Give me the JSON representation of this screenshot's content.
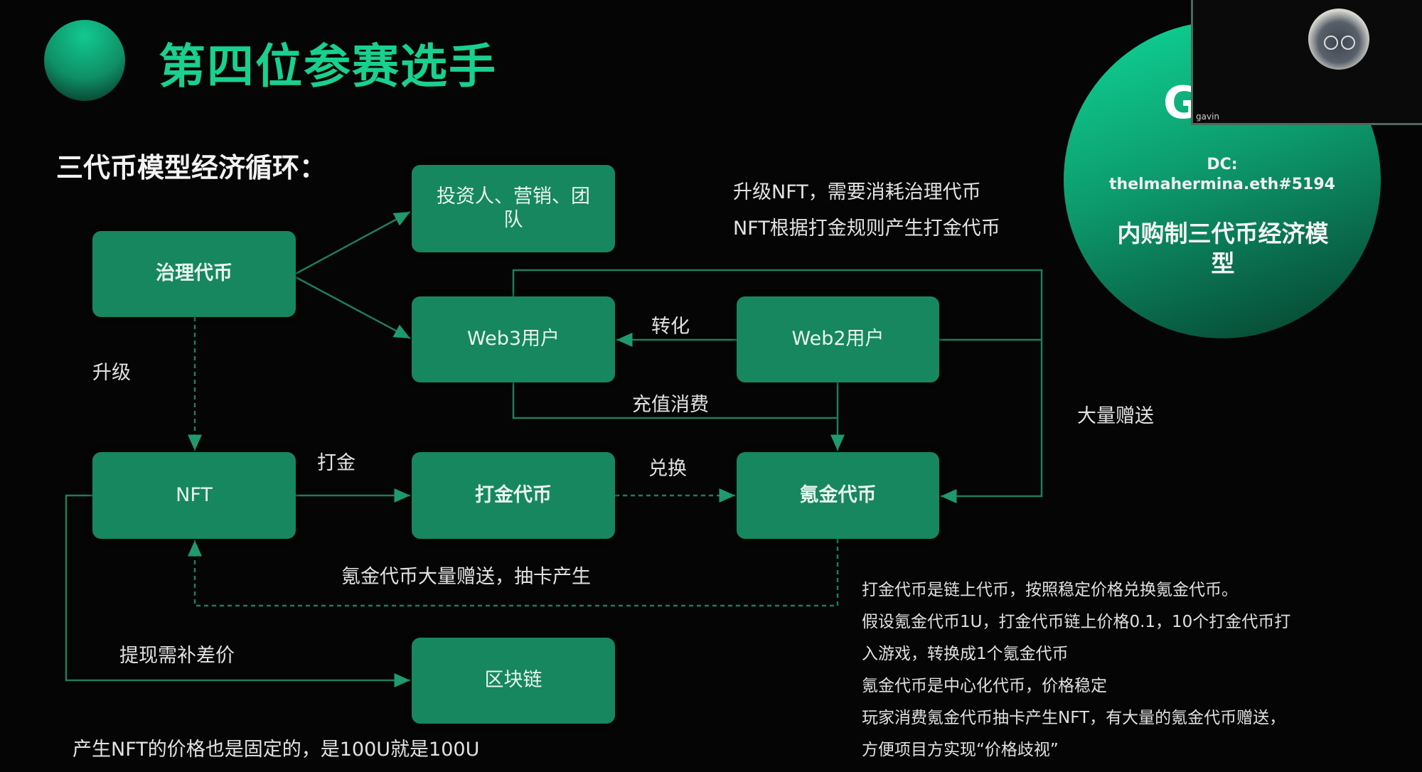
{
  "header": {
    "title": "第四位参赛选手",
    "subtitle": "三代币模型经济循环："
  },
  "nodes": {
    "governance": "治理代币",
    "investors": "投资人、营销、团队",
    "web3": "Web3用户",
    "web2": "Web2用户",
    "nft": "NFT",
    "play_token": "打金代币",
    "pay_token": "氪金代币",
    "blockchain": "区块链"
  },
  "edge_labels": {
    "upgrade": "升级",
    "convert": "转化",
    "recharge": "充值消费",
    "giveaway": "大量赠送",
    "play": "打金",
    "exchange": "兑换",
    "gacha": "氪金代币大量赠送，抽卡产生",
    "withdraw": "提现需补差价"
  },
  "notes": {
    "top_1": "升级NFT，需要消耗治理代币",
    "top_2": "NFT根据打金规则产生打金代币",
    "bottom": "产生NFT的价格也是固定的，是100U就是100U",
    "right": [
      "打金代币是链上代币，按照稳定价格兑换氪金代币。",
      "假设氪金代币1U，打金代币链上价格0.1，10个打金代币打",
      "入游戏，转换成1个氪金代币",
      "氪金代币是中心化代币，价格稳定",
      "玩家消费氪金代币抽卡产生NFT，有大量的氪金代币赠送，",
      "方便项目方实现“价格歧视”"
    ]
  },
  "badge": {
    "letter": "G",
    "dc_label": "DC:",
    "dc_handle": "thelmahermina.eth#5194",
    "model": "内购制三代币经济模型"
  },
  "video": {
    "participant": "gavin"
  },
  "colors": {
    "accent": "#19d08f",
    "box": "#16875f",
    "line": "#1f7d5c"
  }
}
